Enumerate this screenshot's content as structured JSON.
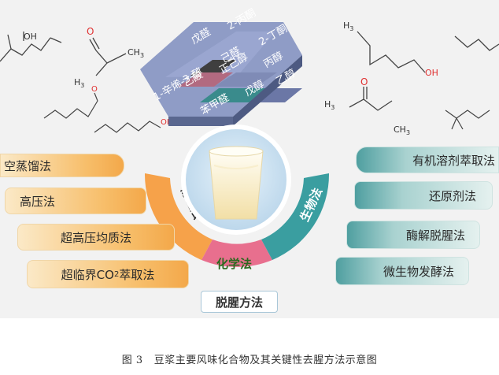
{
  "figure": {
    "compounds": {
      "grid_labels": [
        "戊醛",
        "2-丙酮",
        "己醛",
        "2-丁酮",
        "乙酸",
        "正己醇",
        "丙醇",
        "乙醇",
        "苯甲醛",
        "戊醇"
      ],
      "partial_label": "1-辛烯-3-醇"
    },
    "center": {
      "icon": "soy-milk-cup-icon"
    },
    "arc": {
      "physical": "物理法",
      "chemical": "化学法",
      "biological": "生物法",
      "physical_color": "#f6a24a",
      "chemical_color": "#e86f8e",
      "biological_color": "#3a9ea0"
    },
    "left_methods": [
      "空蒸馏法",
      "高压法",
      "超高压均质法"
    ],
    "left_co2": {
      "prefix": "超临界CO",
      "sub": "2",
      "suffix": "萃取法"
    },
    "right_methods": [
      "有机溶剂萃取法",
      "还原剂法",
      "酶解脱腥法",
      "微生物发酵法"
    ],
    "methods_title": "脱腥方法",
    "molecules": {
      "ch3": "CH",
      "h3c": "H",
      "c3": "3",
      "oh": "OH",
      "o": "O"
    }
  },
  "caption": {
    "number": "图 3",
    "text": "豆浆主要风味化合物及其关键性去腥方法示意图"
  }
}
